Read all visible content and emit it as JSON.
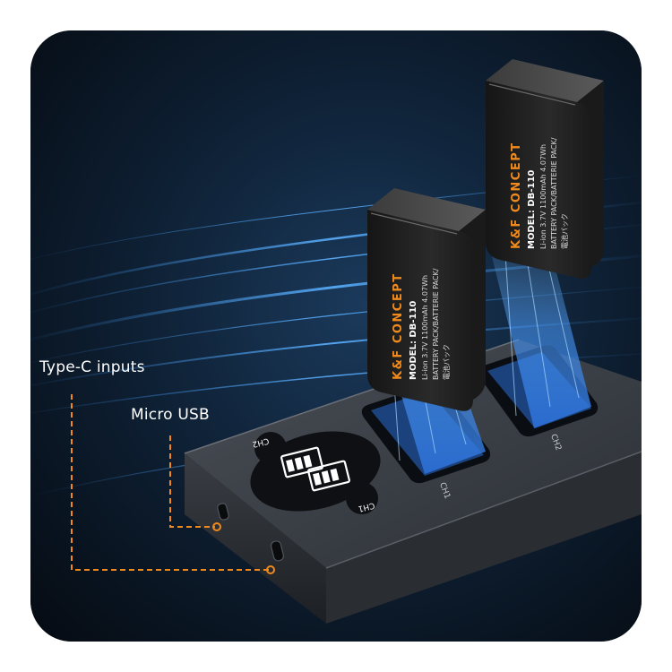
{
  "callouts": {
    "type_c_label": "Type-C inputs",
    "micro_usb_label": "Micro USB"
  },
  "batteries": {
    "brand": "K&F CONCEPT",
    "model": "MODEL: DB-110",
    "spec": "Li-ion 3.7V 1100mAh 4.07Wh",
    "type": "BATTERY PACK/BATTERIE PACK/",
    "jp": "電池パック"
  },
  "charger": {
    "slot1_label": "CH1",
    "slot2_label": "CH2",
    "display_ch1": "CH1",
    "display_ch2": "CH2"
  },
  "colors": {
    "accent": "#f08a1c",
    "background": "#0b1522",
    "light_streak": "#3a8fd8"
  }
}
